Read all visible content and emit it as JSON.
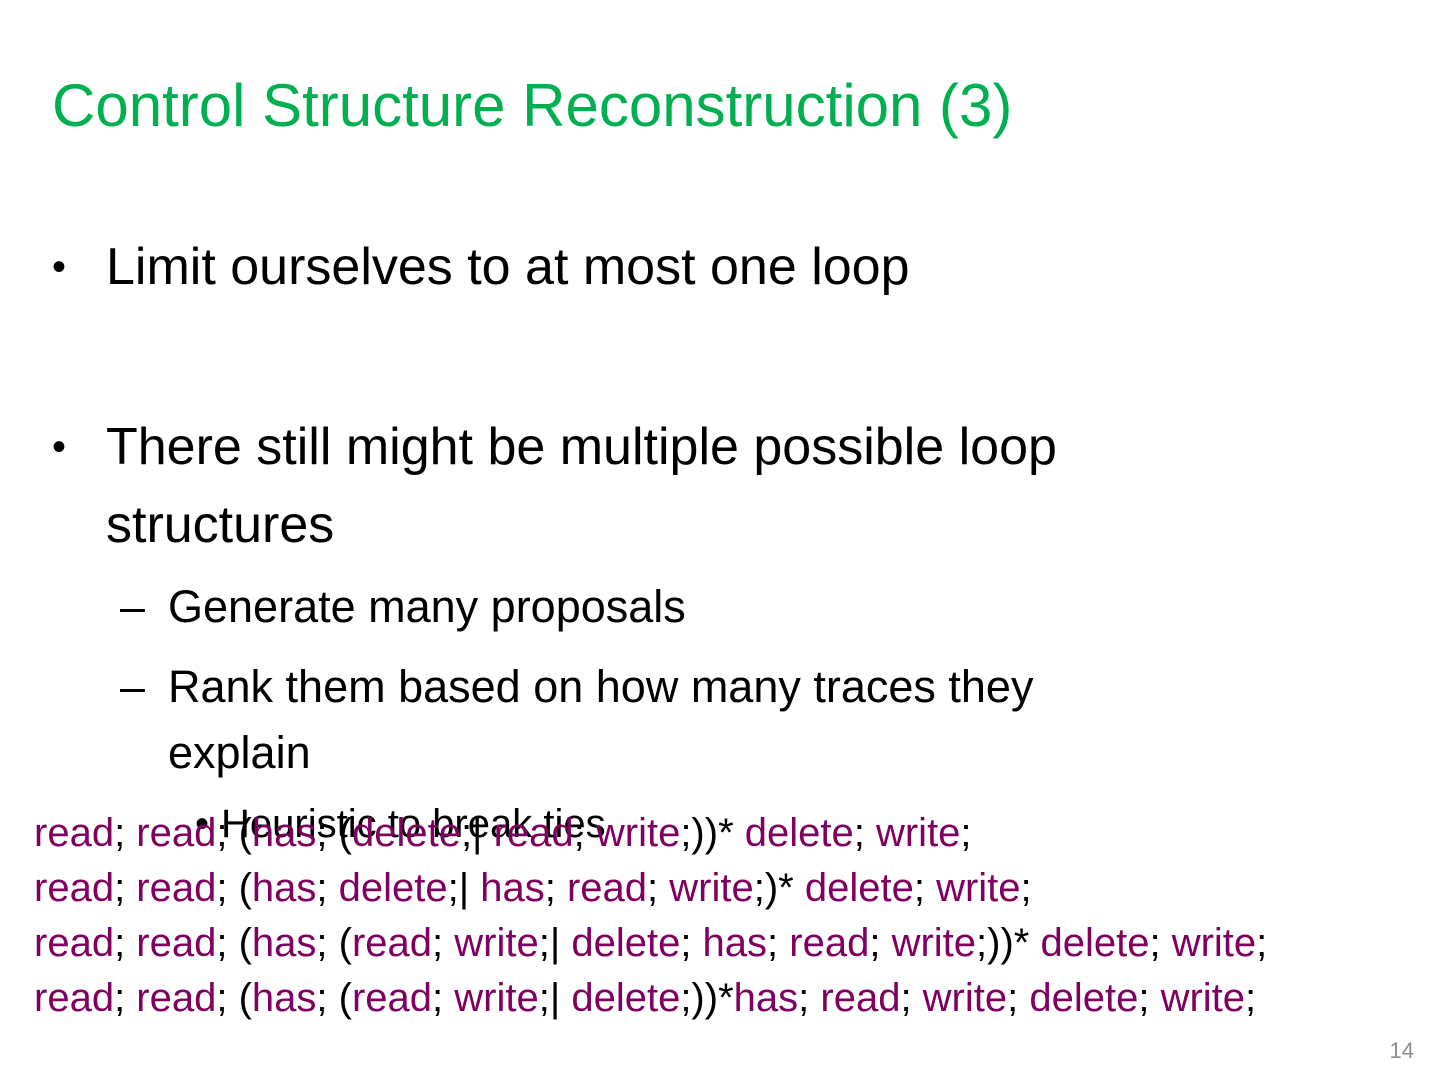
{
  "slide": {
    "title": "Control Structure Reconstruction (3)",
    "bullets": [
      {
        "marker": "•",
        "text": "Limit ourselves to at most one loop"
      },
      {
        "marker": "•",
        "line1": "There still might be multiple possible loop",
        "line2": "structures"
      }
    ],
    "sub_bullets": [
      {
        "marker": "–",
        "text": "Generate many proposals"
      },
      {
        "marker": "–",
        "line1": "Rank them based on how many traces they",
        "line2": "explain"
      }
    ],
    "sub_sub_bullet": {
      "marker": "•",
      "text": "Heuristic to break ties"
    },
    "code_lines": [
      "read; read; (has; (delete;| read; write;))* delete; write;",
      "read; read; (has; delete;| has; read; write;)* delete; write;",
      "read; read; (has; (read; write;| delete; has; read; write;))* delete; write;",
      "read; read; (has; (read; write;| delete;))*has; read; write; delete; write;"
    ],
    "page_number": "14",
    "colors": {
      "title": "#00b050",
      "keyword": "#800060",
      "text": "#000000",
      "page_number": "#8c8c8c"
    }
  }
}
